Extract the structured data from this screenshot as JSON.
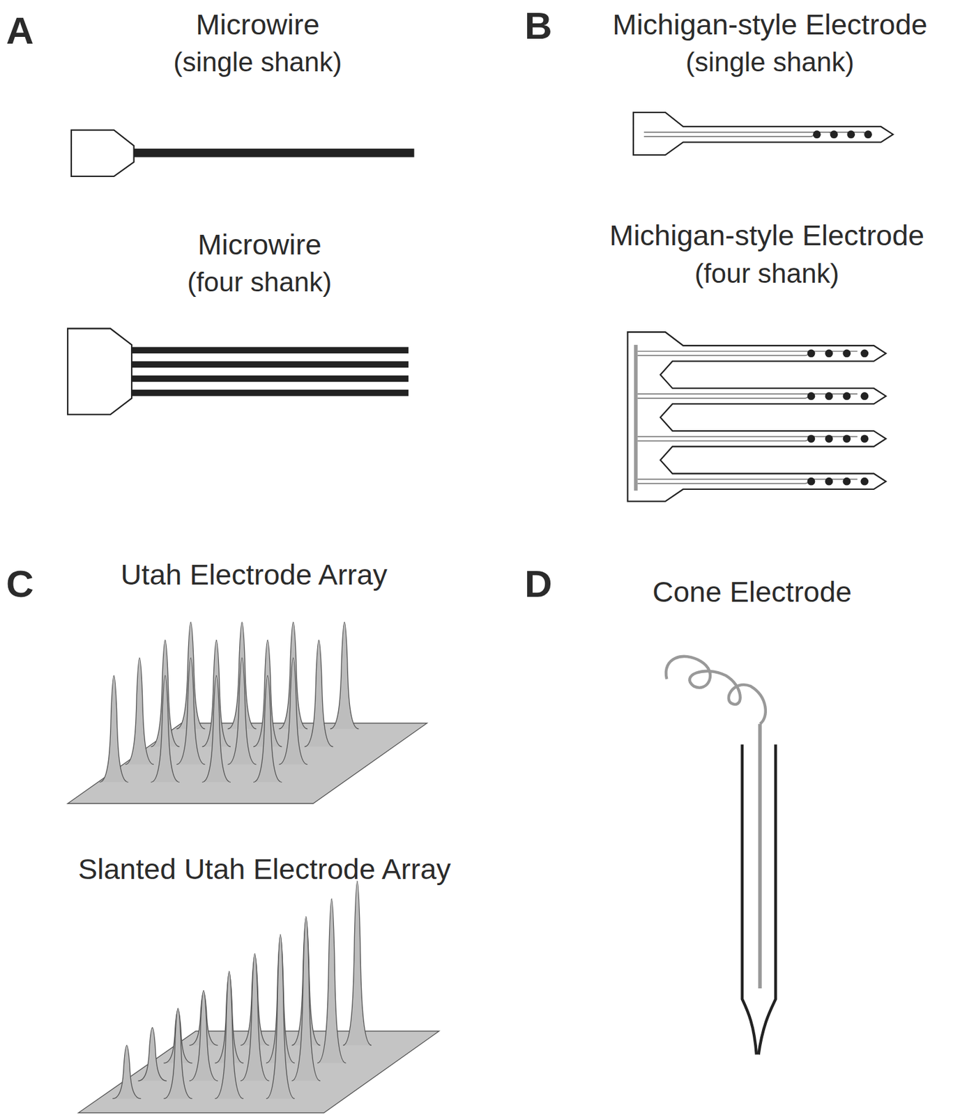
{
  "diagram": {
    "labels": [
      "A",
      "Microwire",
      "(single shank)",
      "Microwire",
      "(four shank)",
      "B",
      "Michigan-style Electrode",
      "(single shank)",
      "Michigan-style Electrode",
      "(four shank)",
      "C",
      "Utah Electrode Array",
      "Slanted Utah Electrode Array",
      "D",
      "Cone Electrode"
    ]
  }
}
